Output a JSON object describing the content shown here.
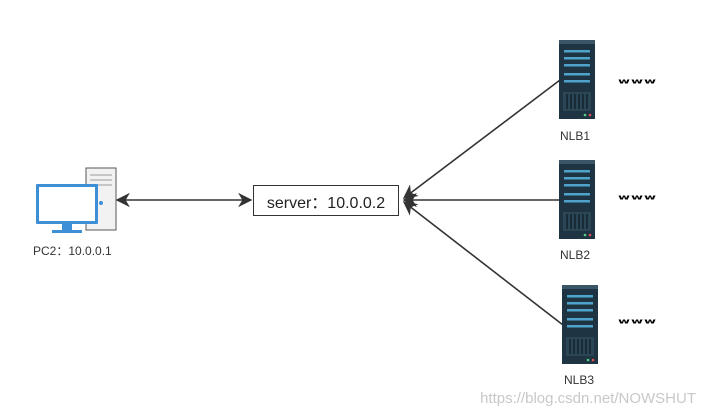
{
  "server": {
    "label": "server：10.0.0.2"
  },
  "pc": {
    "label": "PC2：10.0.0.1"
  },
  "nlbs": [
    {
      "label": "NLB1",
      "www": "www"
    },
    {
      "label": "NLB2",
      "www": "www"
    },
    {
      "label": "NLB3",
      "www": "www"
    }
  ],
  "watermark": "https://blog.csdn.net/NOWSHUT",
  "colors": {
    "line": "#333333",
    "server_rack": "#1f3442",
    "server_accent": "#4da3c9",
    "monitor": "#3d8fd6",
    "pc_case": "#f2f2f2"
  },
  "icons": [
    "desktop-pc-icon",
    "server-rack-icon"
  ]
}
